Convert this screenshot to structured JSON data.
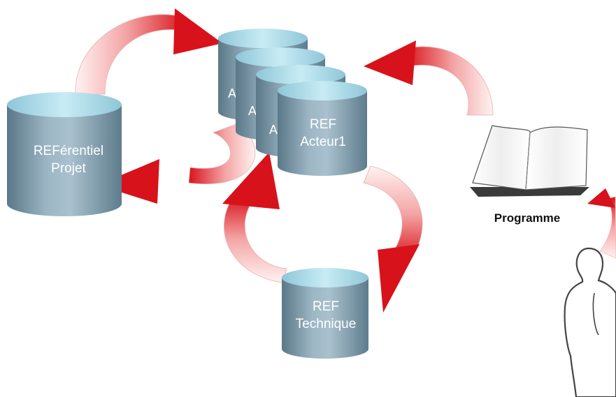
{
  "colors": {
    "cylinder_body_dark": "#5e7c8c",
    "cylinder_body_light": "#a9c1ce",
    "cylinder_top": "#bfe3ee",
    "arrow_red": "#d8121b",
    "arrow_pale": "#fde6e6"
  },
  "icons": [
    "database-cylinder",
    "curved-arrow",
    "open-book",
    "person-silhouette"
  ],
  "diagram": {
    "referentiel_projet": {
      "line1": "REFérentiel",
      "line2": "Projet"
    },
    "ref_acteurs": {
      "stack_letters": [
        "A",
        "A",
        "A"
      ],
      "front_line1": "REF",
      "front_line2": "Acteur1"
    },
    "ref_technique": {
      "line1": "REF",
      "line2": "Technique"
    },
    "programme": {
      "label": "Programme"
    }
  }
}
